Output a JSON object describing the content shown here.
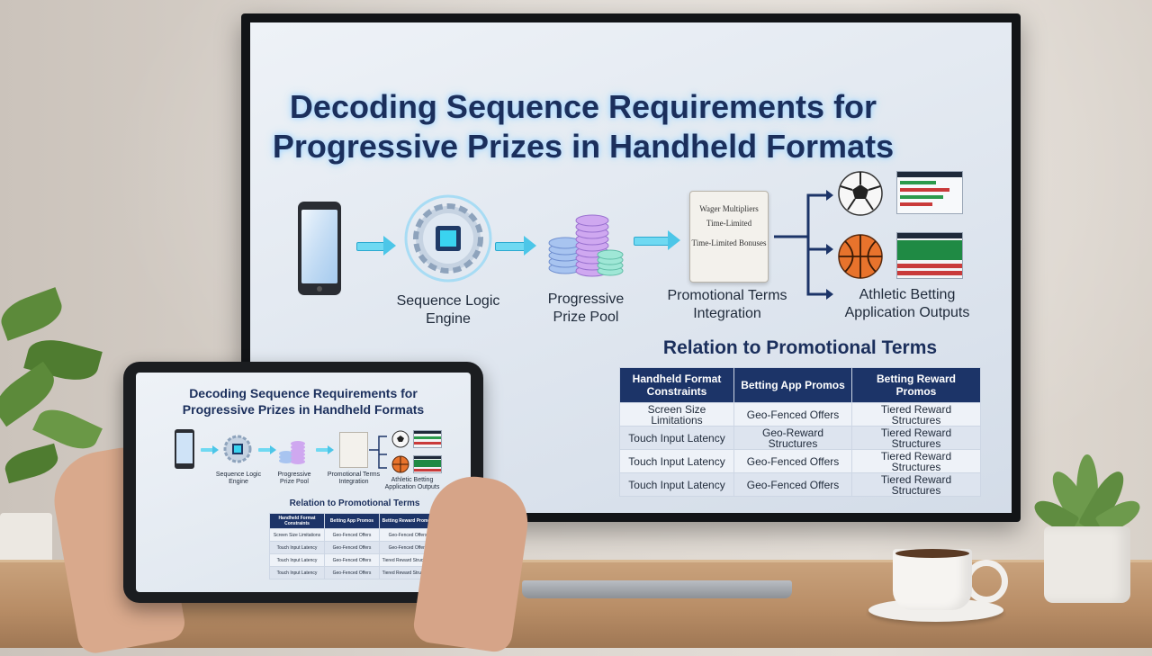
{
  "tv": {
    "title_line1": "Decoding Sequence Requirements for",
    "title_line2": "Progressive Prizes in Handheld Formats",
    "flow": {
      "engine": "Sequence Logic Engine",
      "pool": "Progressive Prize Pool",
      "terms": "Promotional Terms Integration",
      "outputs": "Athletic Betting Application Outputs",
      "scroll_lines": [
        "Wager Multipliers",
        "Time-Limited",
        "Time-Limited Bonuses"
      ]
    },
    "table": {
      "title": "Relation to Promotional Terms",
      "headers": [
        "Handheld Format Constraints",
        "Betting App Promos",
        "Betting Reward Promos"
      ],
      "rows": [
        [
          "Screen Size Limitations",
          "Geo-Fenced Offers",
          "Tiered Reward Structures"
        ],
        [
          "Touch Input Latency",
          "Geo-Reward Structures",
          "Tiered Reward Structures"
        ],
        [
          "Touch Input Latency",
          "Geo-Fenced Offers",
          "Tiered Reward Structures"
        ],
        [
          "Touch Input Latency",
          "Geo-Fenced Offers",
          "Tiered Reward Structures"
        ]
      ]
    }
  },
  "tablet": {
    "title_line1": "Decoding Sequence Requirements for",
    "title_line2": "Progressive Prizes in Handheld Formats",
    "flow": {
      "engine": "Sequence Logic Engine",
      "pool": "Progressive Prize Pool",
      "terms": "Promotional Terms Integration",
      "outputs": "Athletic Betting Application Outputs"
    },
    "table": {
      "title": "Relation to Promotional Terms",
      "headers": [
        "Handheld Format Constraints",
        "Betting App Promos",
        "Betting Reward Promos"
      ],
      "rows": [
        [
          "Screen Size Limitations",
          "Geo-Fenced Offers",
          "Geo-Fenced Offers"
        ],
        [
          "Touch Input Latency",
          "Geo-Fenced Offers",
          "Geo-Fenced Offers"
        ],
        [
          "Touch Input Latency",
          "Geo-Fenced Offers",
          "Tiered Reward Structures"
        ],
        [
          "Touch Input Latency",
          "Geo-Fenced Offers",
          "Tiered Reward Structures"
        ]
      ]
    }
  },
  "colors": {
    "navy": "#1c3468",
    "title": "#1b2f5c",
    "arrow": "#6fd9f2",
    "glow": "#9fd2ff"
  },
  "icons": [
    "smartphone-icon",
    "chip-gear-icon",
    "coin-stack-icon",
    "scroll-icon",
    "soccer-ball-icon",
    "basketball-icon",
    "odds-board-icon"
  ]
}
